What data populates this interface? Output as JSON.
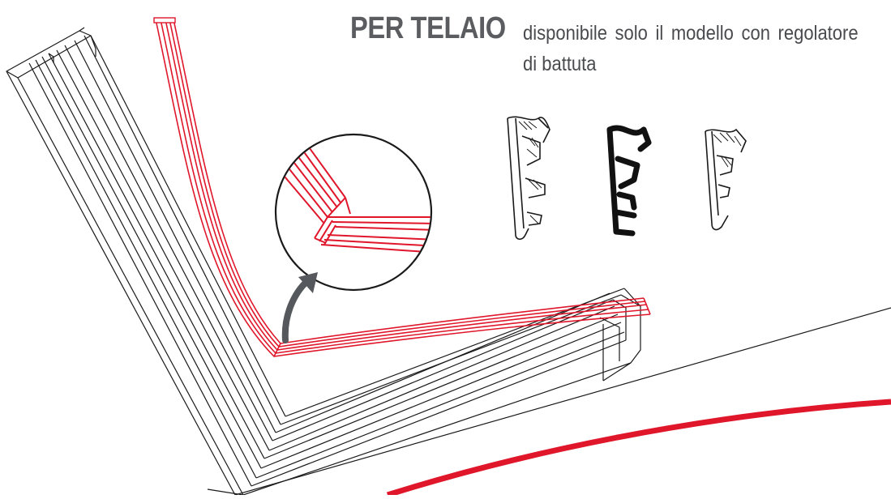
{
  "heading": {
    "title": "PER TELAIO",
    "description": "disponibile solo il modello con regolatore di battuta"
  },
  "colors": {
    "gasket_red": "#e0162b",
    "frame_line": "#1a1a1a",
    "title_gray": "#5a5c60",
    "arrow_gray": "#55585c"
  },
  "icons": {
    "zoom_arrow": "curved-arrow-icon",
    "profiles": [
      "gasket-profile-outline",
      "gasket-profile-solid",
      "gasket-profile-light"
    ]
  }
}
